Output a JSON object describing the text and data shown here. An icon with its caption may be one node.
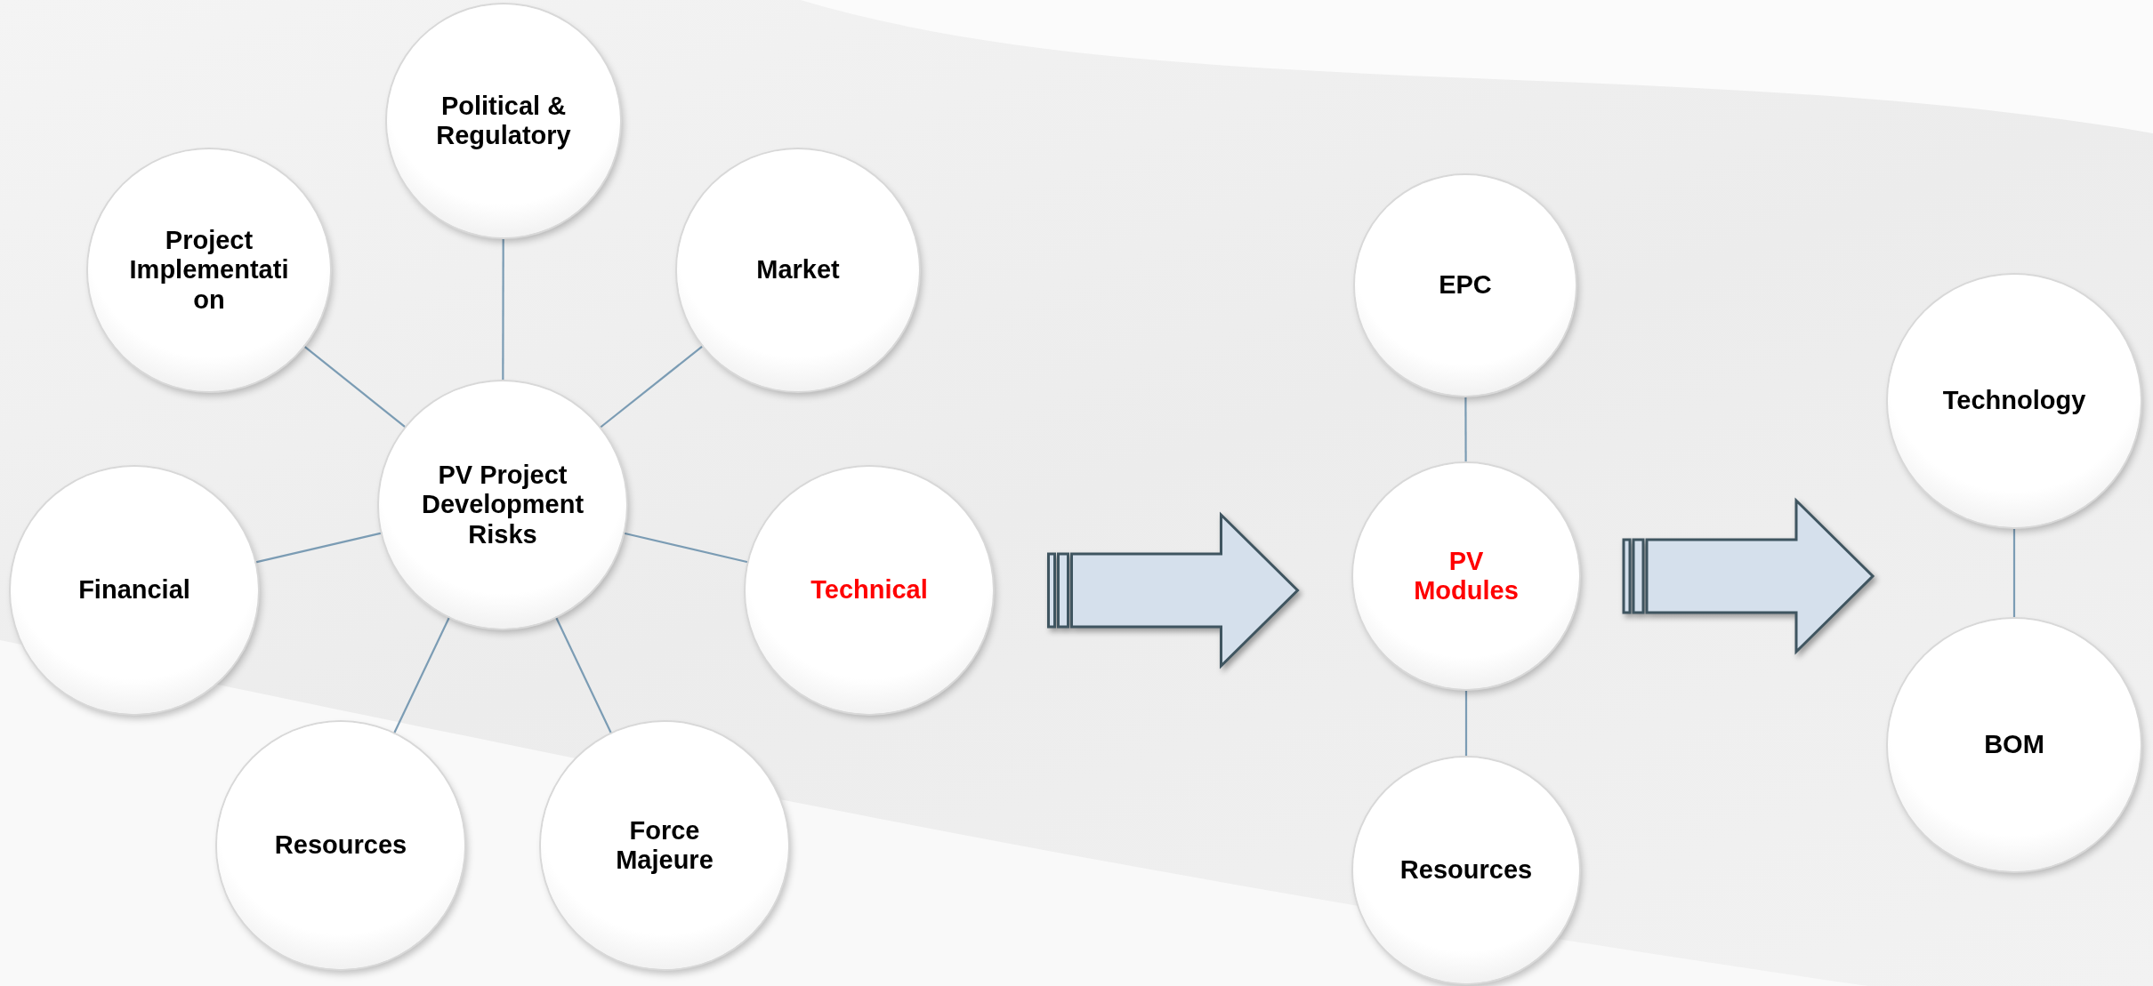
{
  "diagram": {
    "nodes": [
      {
        "text": [
          "Political & Regulatory"
        ]
      },
      {
        "text": [
          "Project Implementation"
        ]
      },
      {
        "text": [
          "Market"
        ]
      },
      {
        "text": [
          "PV Project Development Risks"
        ]
      },
      {
        "text": [
          "Financial"
        ]
      },
      {
        "text": [
          "Technical"
        ]
      },
      {
        "text": [
          "Resources"
        ]
      },
      {
        "text": [
          "Force Majeure"
        ]
      },
      {
        "text": [
          "EPC"
        ]
      },
      {
        "text": [
          "PV Modules"
        ]
      },
      {
        "text": [
          "Resources"
        ]
      },
      {
        "text": [
          "Technology"
        ]
      },
      {
        "text": [
          "BOM"
        ]
      }
    ],
    "edges": [
      {
        "from": 3,
        "to": 0,
        "arrow": "none"
      },
      {
        "from": 3,
        "to": 1,
        "arrow": "none"
      },
      {
        "from": 3,
        "to": 2,
        "arrow": "none"
      },
      {
        "from": 3,
        "to": 4,
        "arrow": "none"
      },
      {
        "from": 3,
        "to": 5,
        "arrow": "none"
      },
      {
        "from": 3,
        "to": 6,
        "arrow": "none"
      },
      {
        "from": 3,
        "to": 7,
        "arrow": "none"
      },
      {
        "from": 8,
        "to": 9,
        "arrow": "none"
      },
      {
        "from": 9,
        "to": 10,
        "arrow": "none"
      },
      {
        "from": 11,
        "to": 12,
        "arrow": "none"
      },
      {
        "from": 5,
        "to": 9,
        "arrow": "to",
        "style": "thick"
      },
      {
        "from": 9,
        "to": null,
        "arrow": "to",
        "style": "thick"
      }
    ]
  }
}
